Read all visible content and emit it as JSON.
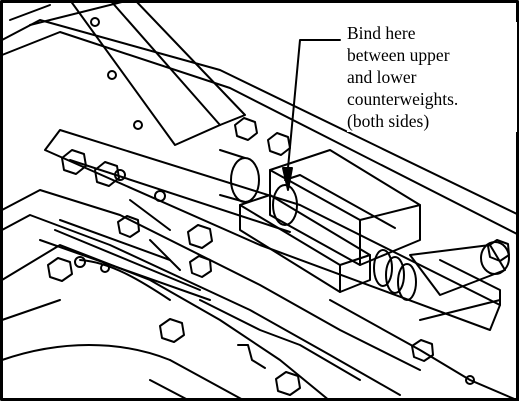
{
  "callout": {
    "lines": [
      "Bind here",
      "between upper",
      "and lower",
      "counterweights.",
      "(both sides)"
    ]
  },
  "colors": {
    "ink": "#000000",
    "paper": "#ffffff"
  }
}
